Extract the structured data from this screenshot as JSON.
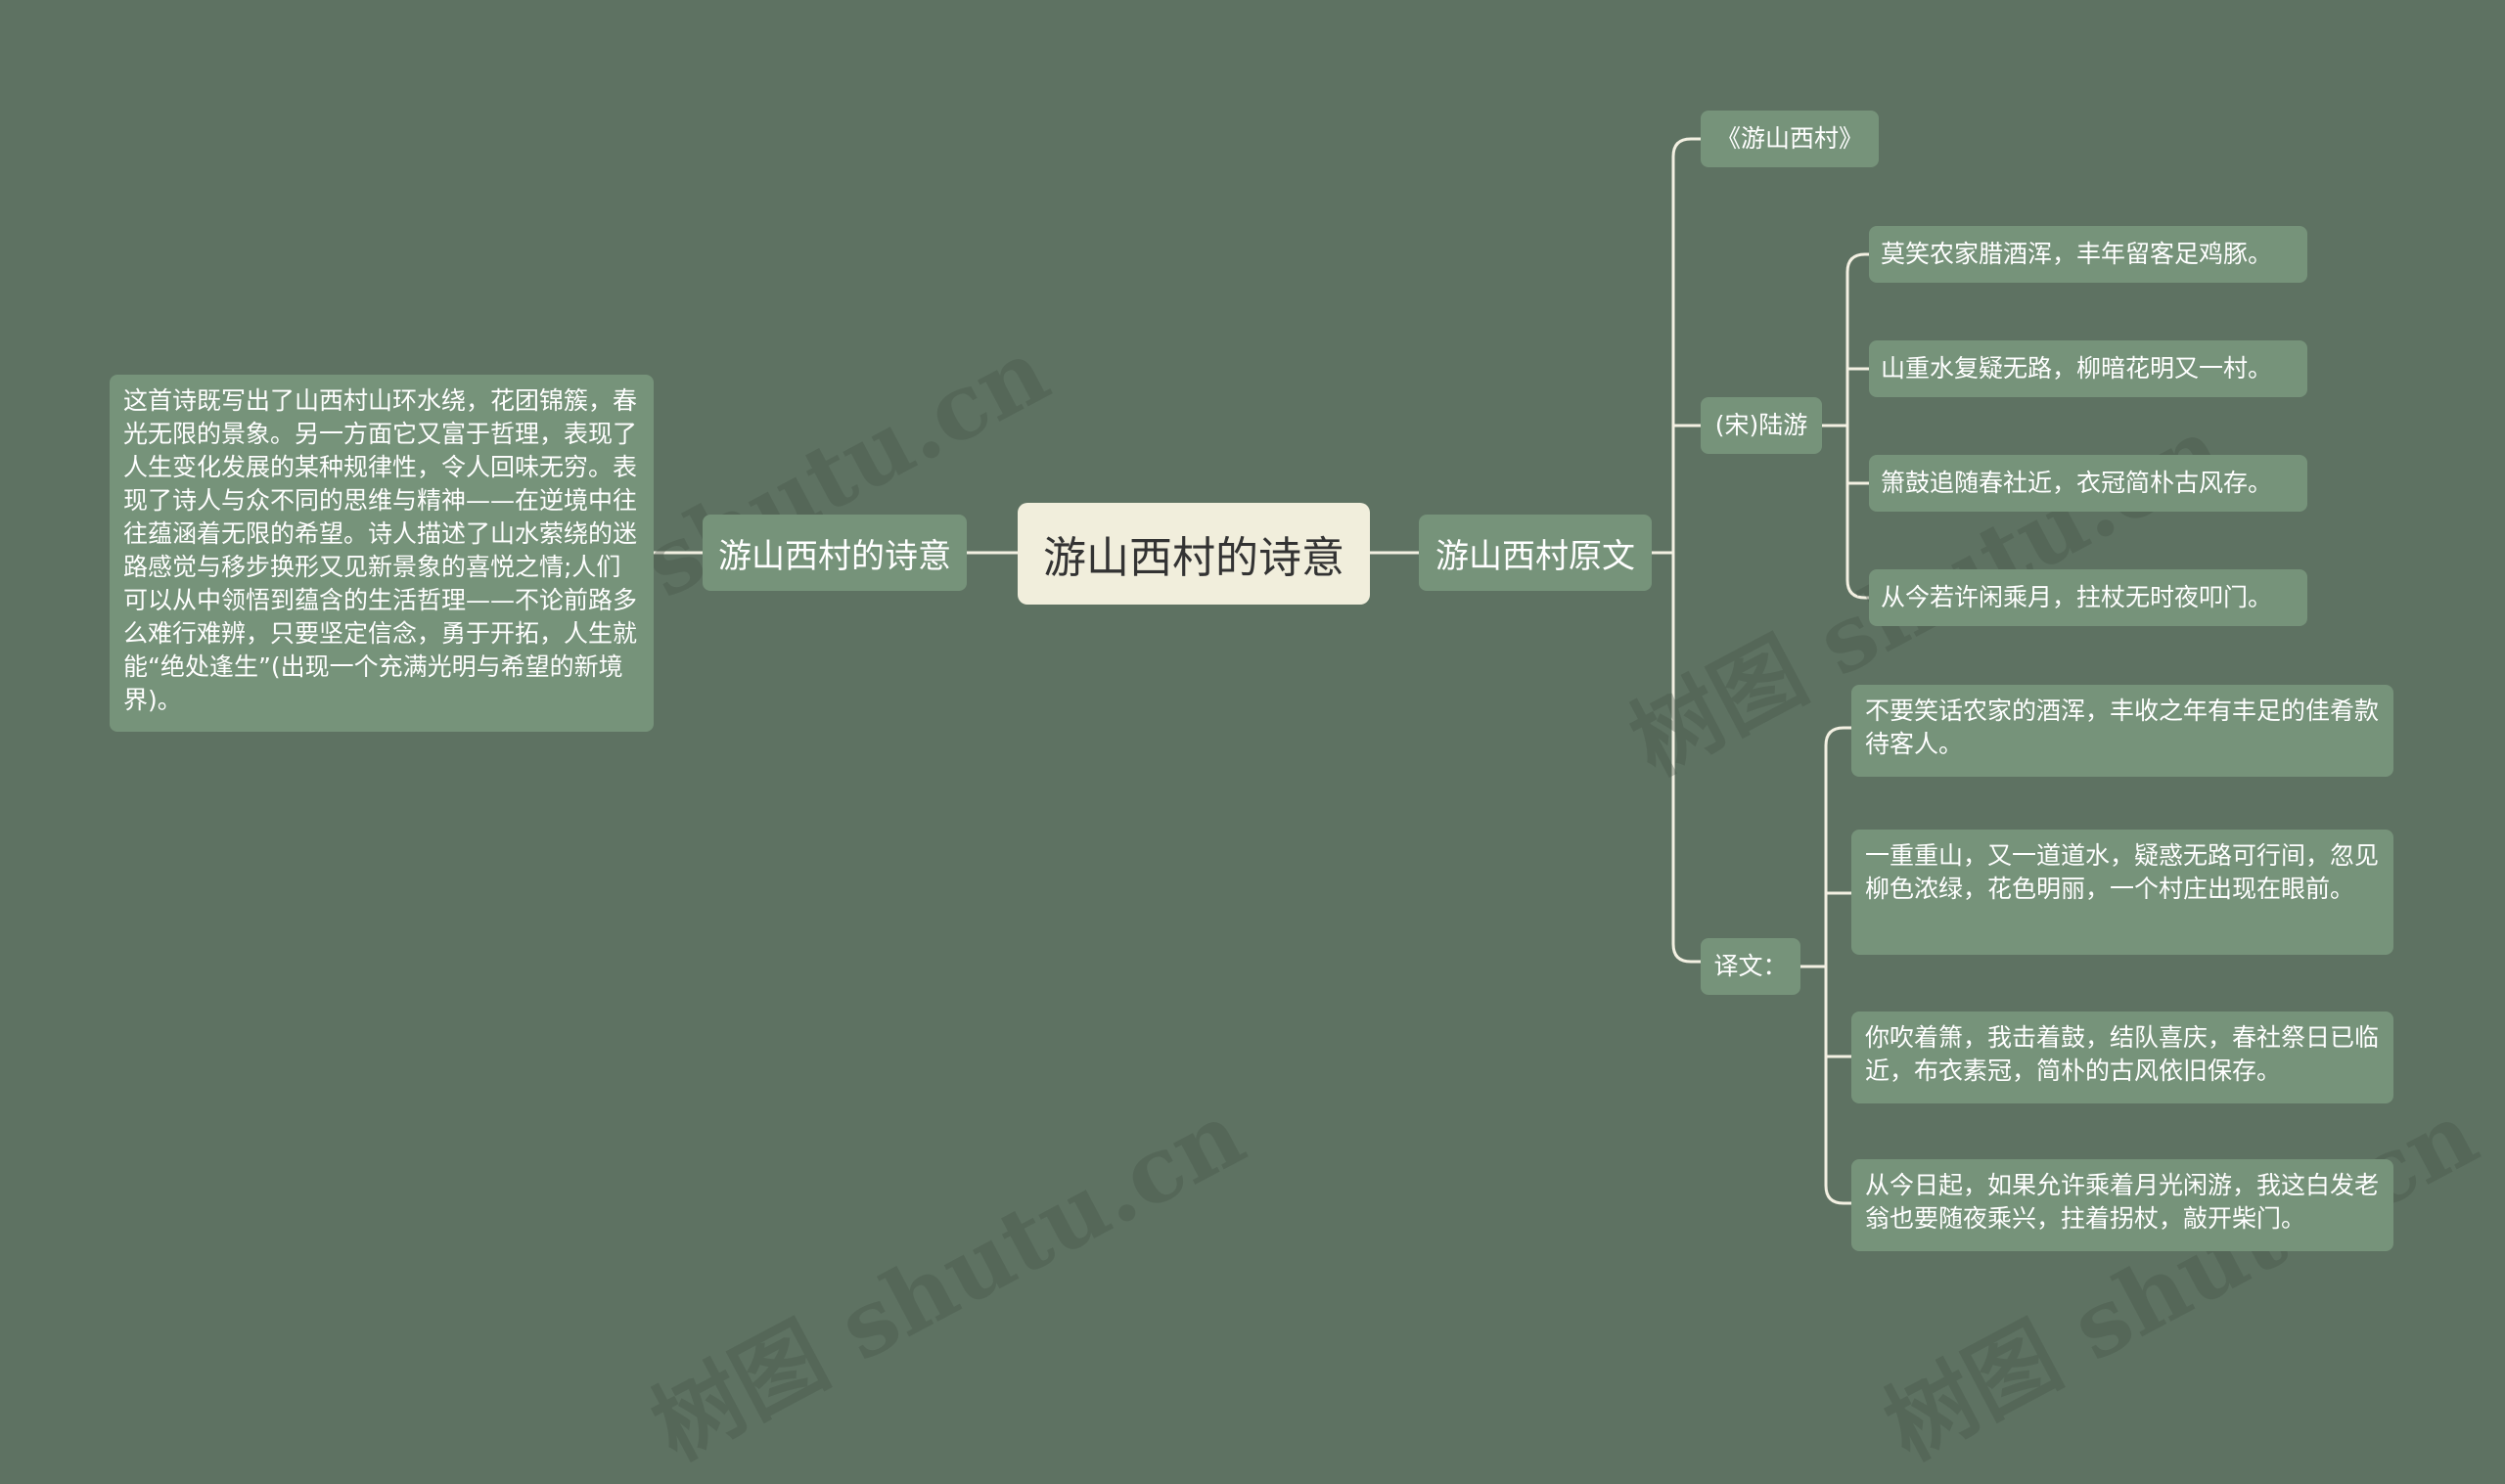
{
  "root": {
    "title": "游山西村的诗意"
  },
  "left_branch": {
    "label": "游山西村的诗意",
    "note": "这首诗既写出了山西村山环水绕，花团锦簇，春光无限的景象。另一方面它又富于哲理，表现了人生变化发展的某种规律性，令人回味无穷。表现了诗人与众不同的思维与精神——在逆境中往往蕴涵着无限的希望。诗人描述了山水萦绕的迷路感觉与移步换形又见新景象的喜悦之情;人们可以从中领悟到蕴含的生活哲理——不论前路多么难行难辨，只要坚定信念，勇于开拓，人生就能“绝处逢生”(出现一个充满光明与希望的新境界)。"
  },
  "right_branch": {
    "label": "游山西村原文",
    "title_node": "《游山西村》",
    "author": {
      "label": "(宋)陆游",
      "lines": [
        "莫笑农家腊酒浑，丰年留客足鸡豚。",
        "山重水复疑无路，柳暗花明又一村。",
        "箫鼓追随春社近，衣冠简朴古风存。",
        "从今若许闲乘月，拄杖无时夜叩门。"
      ]
    },
    "translation": {
      "label": "译文：",
      "lines": [
        "不要笑话农家的酒浑，丰收之年有丰足的佳肴款待客人。",
        "一重重山，又一道道水，疑惑无路可行间，忽见柳色浓绿，花色明丽，一个村庄出现在眼前。",
        "你吹着箫，我击着鼓，结队喜庆，春社祭日已临近，布衣素冠，简朴的古风依旧保存。",
        "从今日起，如果允许乘着月光闲游，我这白发老翁也要随夜乘兴，拄着拐杖，敲开柴门。"
      ]
    }
  },
  "watermark": "树图 shutu.cn",
  "colors": {
    "background": "#5e7262",
    "node": "#76937a",
    "root": "#f1eedc",
    "line": "#f3f0e2"
  }
}
